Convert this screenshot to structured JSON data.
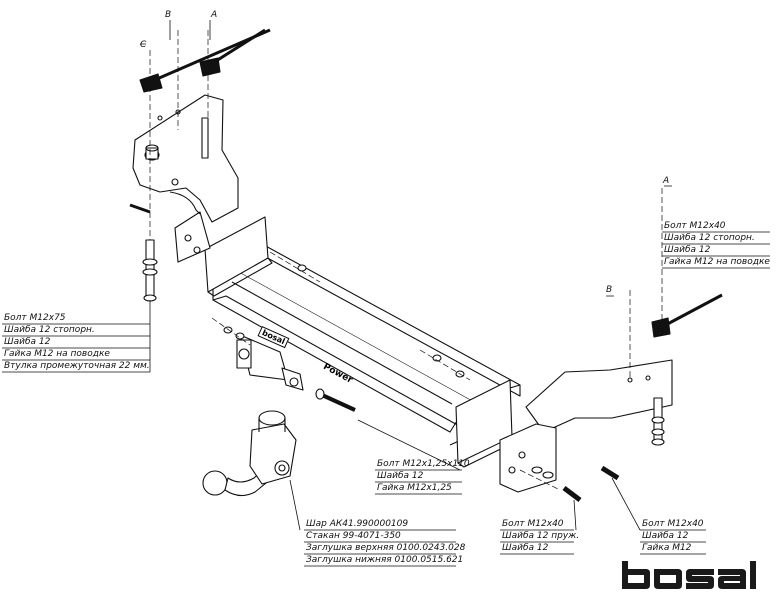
{
  "drawing": {
    "callouts": {
      "left_top": [
        "Болт М12х75",
        "Шайба 12 стопорн.",
        "Шайба 12",
        "Гайка М12 на поводке",
        "Втулка промежуточная 22 мм."
      ],
      "right_top": [
        "Болт М12х40",
        "Шайба 12 стопорн.",
        "Шайба 12",
        "Гайка М12 на поводке"
      ],
      "center_bolt": [
        "Болт М12х1,25х110",
        "Шайба 12",
        "Гайка М12х1,25"
      ],
      "ball": [
        "Шар АК41.990000109",
        "Стакан 99-4071-350",
        "Заглушка верхняя 0100.0243.028",
        "Заглушка нижняя 0100.0515.621"
      ],
      "bottom_mid": [
        "Болт М12х40",
        "Шайба 12 пруж.",
        "Шайба 12"
      ],
      "bottom_right": [
        "Болт М12х40",
        "Шайба 12",
        "Гайка М12"
      ]
    },
    "tags": {
      "a1": "А",
      "b1": "В",
      "c1": "С",
      "a2": "А",
      "b2": "В"
    },
    "beam_marks": {
      "brand": "Power",
      "plate": "bosal"
    },
    "logo": {
      "text": "bosal",
      "color": "#1a1a1a"
    }
  }
}
